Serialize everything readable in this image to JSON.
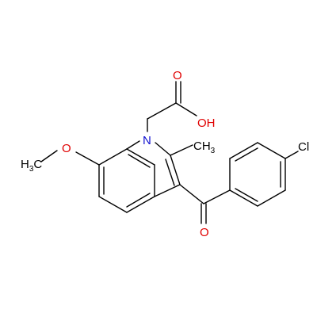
{
  "atom_labels": {
    "carbonyl_o_acid": "O",
    "hydroxyl": "OH",
    "nitrogen": "N",
    "methyl": "CH",
    "methyl_sub": "3",
    "methoxy_c": "H",
    "methoxy_sub": "3",
    "methoxy_c2": "C",
    "methoxy_o": "O",
    "chlorine": "Cl",
    "ketone_o": "O"
  },
  "colors": {
    "bond": "#000000",
    "oxygen": "#e00000",
    "nitrogen": "#1010d0",
    "chlorine": "#000000",
    "background": "#ffffff"
  }
}
